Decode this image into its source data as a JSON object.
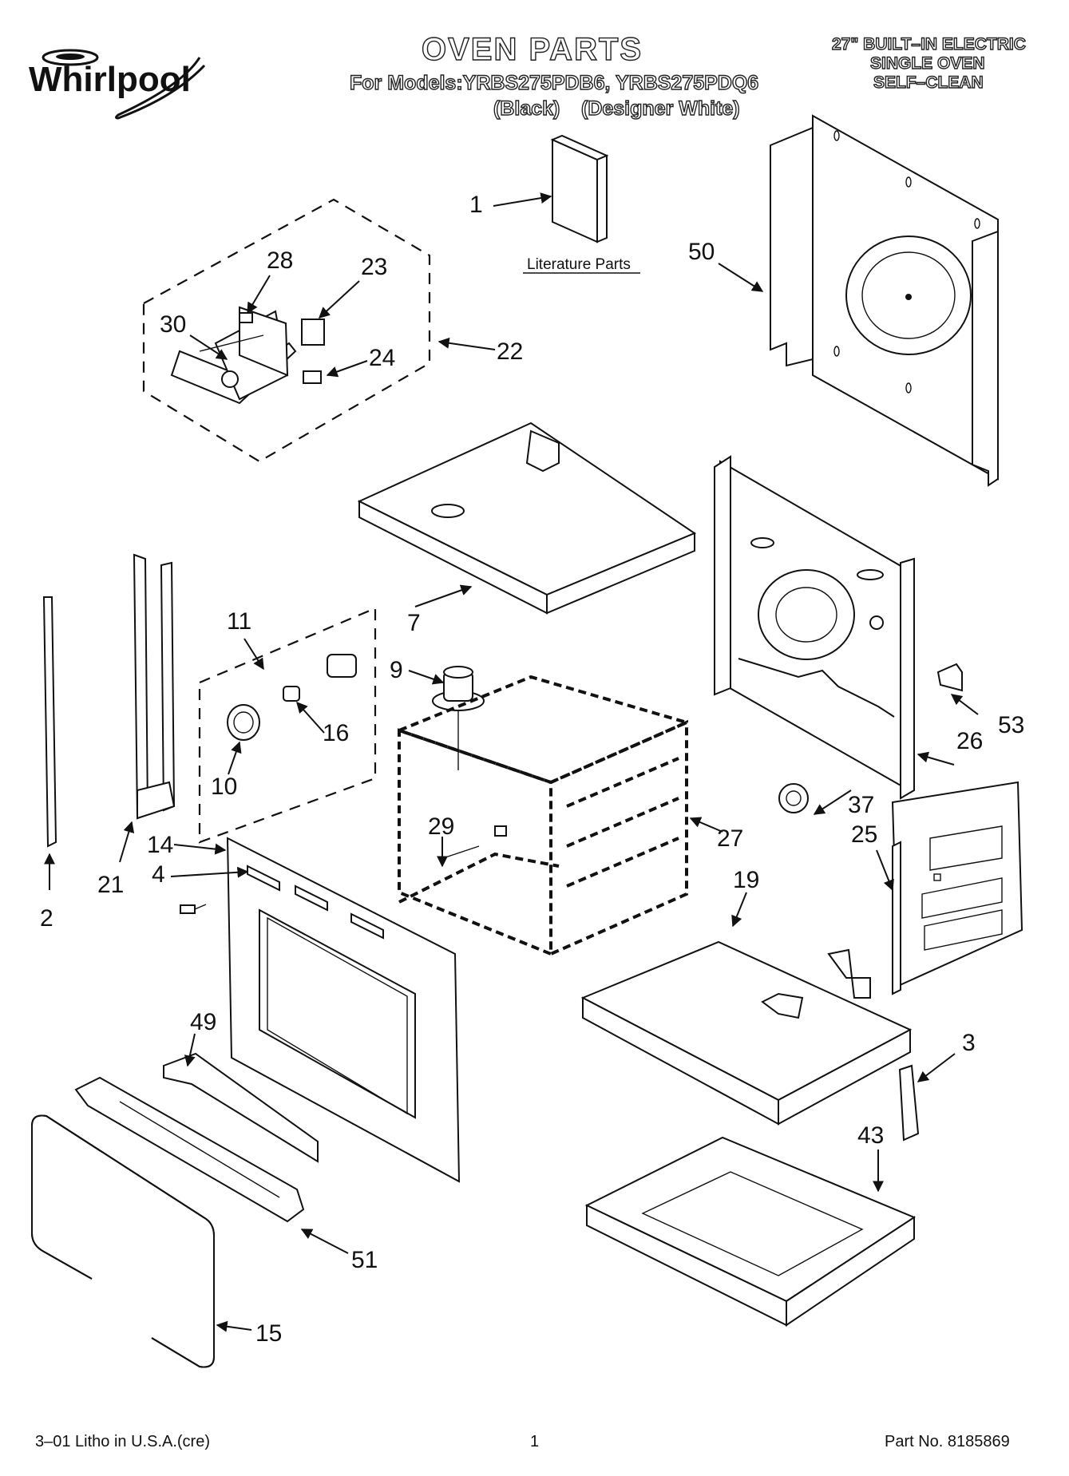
{
  "header": {
    "brand": "Whirlpool",
    "title": "OVEN PARTS",
    "models_line": "For Models:YRBS275PDB6, YRBS275PDQ6",
    "color_black": "(Black)",
    "color_white": "(Designer White)",
    "product_line1": "27\" BUILT–IN ELECTRIC",
    "product_line2": "SINGLE OVEN",
    "product_line3": "SELF–CLEAN"
  },
  "literature_label": "Literature Parts",
  "callouts": {
    "c1": "1",
    "c2": "2",
    "c3": "3",
    "c4": "4",
    "c7": "7",
    "c9": "9",
    "c10": "10",
    "c11": "11",
    "c14": "14",
    "c15": "15",
    "c16": "16",
    "c19": "19",
    "c21": "21",
    "c22": "22",
    "c23": "23",
    "c24": "24",
    "c25": "25",
    "c26": "26",
    "c27": "27",
    "c28": "28",
    "c29": "29",
    "c30": "30",
    "c37": "37",
    "c43": "43",
    "c49": "49",
    "c50": "50",
    "c51": "51",
    "c53": "53"
  },
  "footer": {
    "litho": "3–01 Litho in U.S.A.(cre)",
    "page": "1",
    "part_no": "Part No. 8185869"
  }
}
